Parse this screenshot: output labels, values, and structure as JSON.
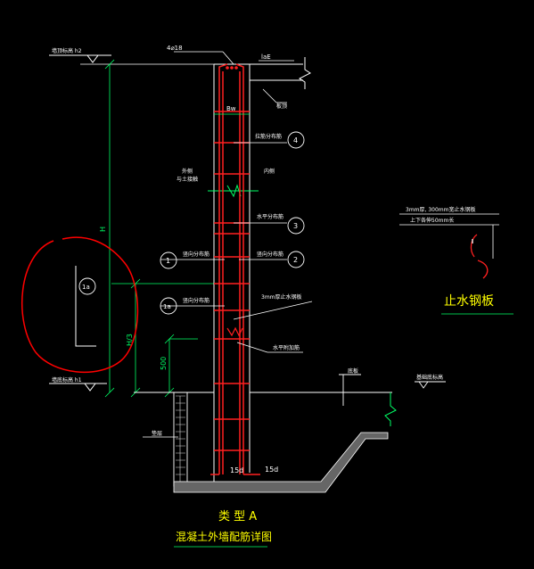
{
  "labels": {
    "top_elevation": "墙顶标高 h2",
    "bottom_elevation": "墙底标高 h1",
    "rebar_top": "4⌀18",
    "lae": "laE",
    "bw": "Bw",
    "outer_side": "外侧",
    "outer_side_soil": "与土接触",
    "inner_side": "内侧",
    "h_total": "H",
    "h_third": "H/3",
    "dim_500": "500",
    "horizontal_bar": "水平分布筋",
    "vertical_outer": "竖向分布筋",
    "vertical_inner": "竖向分布筋",
    "vertical_outer_1a": "竖向分布筋",
    "tie_bar": "拉筋分布筋",
    "steel_plate_note": "3mm厚止水钢板",
    "horizontal_add": "水平附加筋",
    "cushion": "垫层",
    "floor_mark": "底板",
    "foundation_elevation": "基础底标高",
    "bottom_15d_left": "15d",
    "bottom_15d_right": "15d",
    "wall_top_note": "板顶",
    "plate_note_line1": "3mm厚, 300mm宽止水钢板",
    "plate_note_line2": "上下各伸50mm长",
    "plate_title": "止水钢板",
    "type_label": "类  型 A",
    "drawing_title": "混凝土外墙配筋详图"
  },
  "circles": {
    "c4": "4",
    "c3": "3",
    "c2": "2",
    "c1": "1",
    "c1a": "1a",
    "c1a_left": "1a",
    "c1a_red": "1a"
  },
  "colors": {
    "rebar_red": "#ff2020",
    "line_white": "#ffffff",
    "dim_green": "#00ff66",
    "text_yellow": "#ffff00",
    "annot_red": "#ff0000"
  }
}
